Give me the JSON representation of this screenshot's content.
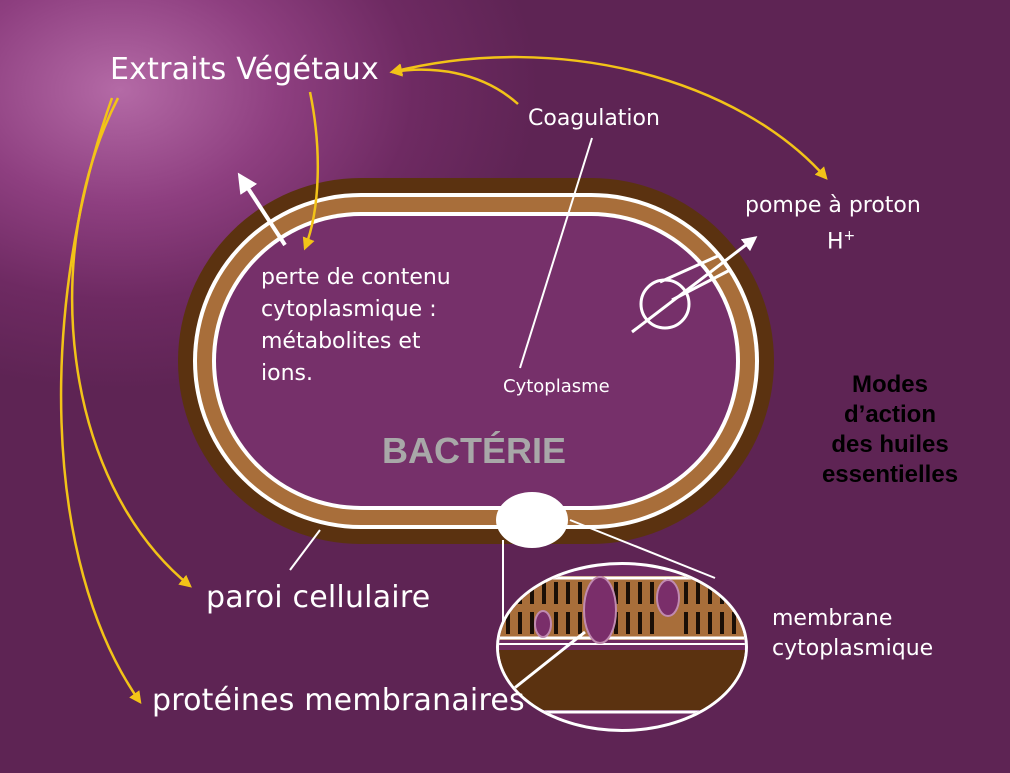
{
  "diagram": {
    "extraits": "Extraits Végétaux",
    "coagulation": "Coagulation",
    "pompe": "pompe à proton",
    "h_base": "H",
    "h_sup": "+",
    "perte_line1": "perte de contenu",
    "perte_line2": "cytoplasmique :",
    "perte_line3": "métabolites et",
    "perte_line4": "ions.",
    "cytoplasme": "Cytoplasme",
    "bacterie": "BACTÉRIE",
    "paroi": "paroi cellulaire",
    "proteines": "protéines membranaires",
    "membrane_line1": "membrane",
    "membrane_line2": "cytoplasmique",
    "modes": [
      "Modes",
      "d’action",
      "des huiles",
      "essentielles"
    ]
  },
  "colors": {
    "background": "#6e2a62",
    "outer_wall": "#5b3210",
    "inner_wall": "#a86e3a",
    "arrow_yellow": "#f2c318",
    "line_white": "#ffffff"
  }
}
